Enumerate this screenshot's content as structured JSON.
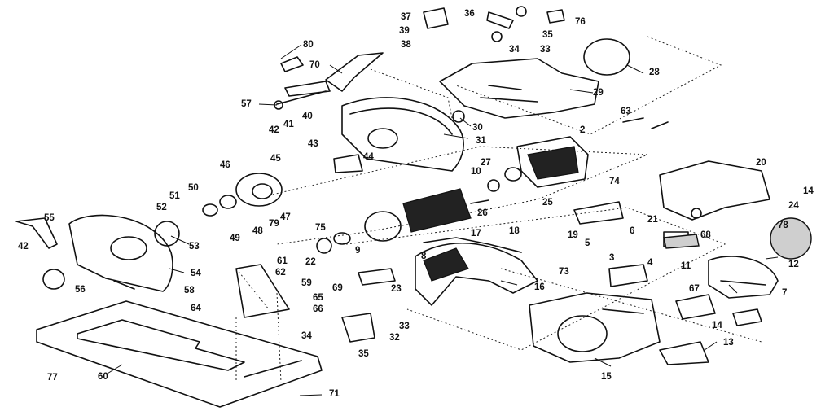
{
  "diagram": {
    "labels": [
      "2",
      "3",
      "4",
      "5",
      "6",
      "7",
      "8",
      "9",
      "10",
      "11",
      "12",
      "13",
      "14",
      "14",
      "15",
      "16",
      "17",
      "18",
      "19",
      "20",
      "21",
      "22",
      "23",
      "24",
      "25",
      "26",
      "27",
      "28",
      "29",
      "30",
      "31",
      "32",
      "33",
      "33",
      "34",
      "34",
      "35",
      "35",
      "36",
      "37",
      "38",
      "39",
      "40",
      "41",
      "42",
      "42",
      "43",
      "44",
      "45",
      "46",
      "47",
      "48",
      "49",
      "50",
      "51",
      "52",
      "53",
      "54",
      "55",
      "56",
      "57",
      "58",
      "59",
      "60",
      "61",
      "62",
      "63",
      "64",
      "65",
      "66",
      "67",
      "68",
      "69",
      "70",
      "71",
      "73",
      "74",
      "75",
      "76",
      "77",
      "78",
      "79",
      "80"
    ]
  }
}
